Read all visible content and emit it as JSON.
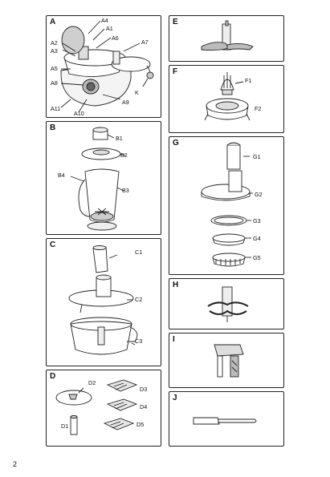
{
  "page_number": "2",
  "panels": {
    "A": {
      "title": "A",
      "labels": {
        "a4": "A4",
        "a1": "A1",
        "a2": "A2",
        "a3": "A3",
        "a6": "A6",
        "a7": "A7",
        "a5": "A5",
        "a8": "A8",
        "k": "K",
        "a9": "A9",
        "a11": "A11",
        "a10": "A10"
      }
    },
    "B": {
      "title": "B",
      "labels": {
        "b1": "B1",
        "b2": "B2",
        "b4": "B4",
        "b3": "B3"
      }
    },
    "C": {
      "title": "C",
      "labels": {
        "c1": "C1",
        "c2": "C2",
        "c3": "C3"
      }
    },
    "D": {
      "title": "D",
      "labels": {
        "d2": "D2",
        "d3": "D3",
        "d4": "D4",
        "d1": "D1",
        "d5": "D5"
      }
    },
    "E": {
      "title": "E"
    },
    "F": {
      "title": "F",
      "labels": {
        "f1": "F1",
        "f2": "F2"
      }
    },
    "G": {
      "title": "G",
      "labels": {
        "g1": "G1",
        "g2": "G2",
        "g3": "G3",
        "g4": "G4",
        "g5": "G5"
      }
    },
    "H": {
      "title": "H"
    },
    "I": {
      "title": "I"
    },
    "J": {
      "title": "J"
    }
  }
}
